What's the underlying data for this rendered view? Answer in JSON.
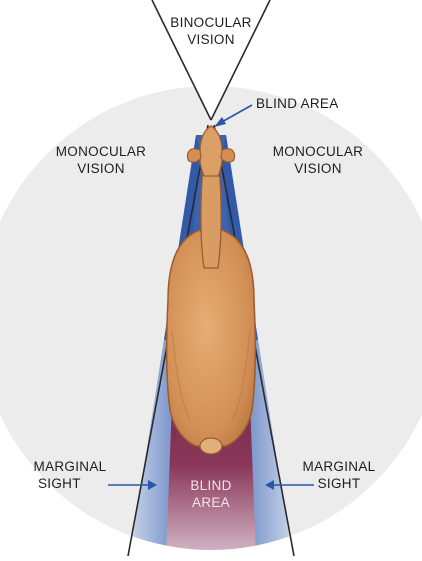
{
  "labels": {
    "binocular_vision": [
      "BINOCULAR",
      "VISION"
    ],
    "blind_area_front": "BLIND AREA",
    "monocular_left": [
      "MONOCULAR",
      "VISION"
    ],
    "monocular_right": [
      "MONOCULAR",
      "VISION"
    ],
    "marginal_left": [
      "MARGINAL",
      "SIGHT"
    ],
    "marginal_right": [
      "MARGINAL",
      "SIGHT"
    ],
    "blind_area_rear": [
      "BLIND",
      "AREA"
    ]
  },
  "colors": {
    "background": "#ffffff",
    "field_circle": "#ececec",
    "marginal_blue": "#2f57a6",
    "blind_maroon": "#7d1f3e",
    "horse_body": "#d89a60",
    "horse_outline": "#9b5c2e",
    "arrow_blue": "#2a55a8",
    "line_dark": "#2a2a2a"
  }
}
